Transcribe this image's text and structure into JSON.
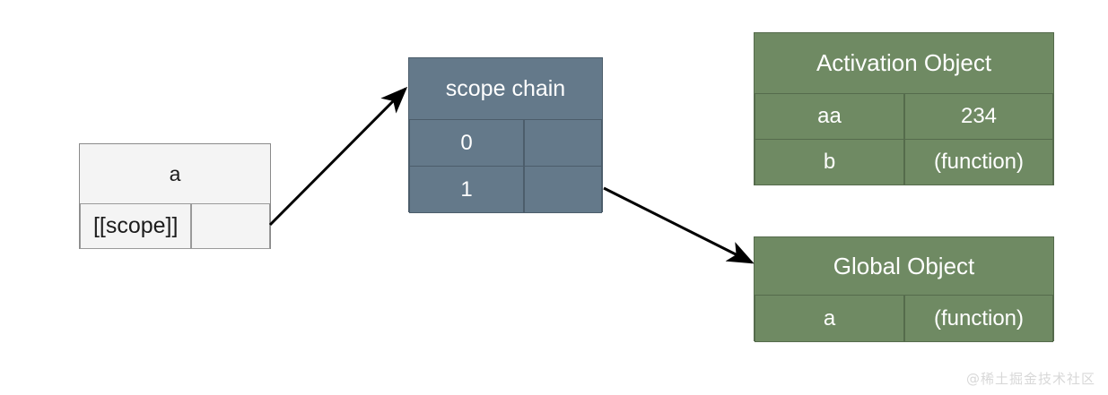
{
  "diagram": {
    "title_watermark": "@稀土掘金技术社区",
    "colors": {
      "light_fill": "#f4f4f4",
      "light_border": "#8a8a8a",
      "blue_fill": "#64798a",
      "blue_border": "#4c5d6b",
      "green_fill": "#6f8a63",
      "green_border": "#556b4c",
      "arrow": "#000000",
      "watermark": "#d8d8d8"
    }
  },
  "function_box": {
    "header": "a",
    "rows": [
      {
        "key": "[[scope]]",
        "value": ""
      }
    ]
  },
  "scope_chain_box": {
    "header": "scope chain",
    "rows": [
      {
        "index": "0",
        "value": ""
      },
      {
        "index": "1",
        "value": ""
      }
    ]
  },
  "activation_object_box": {
    "header": "Activation Object",
    "rows": [
      {
        "key": "aa",
        "value": "234"
      },
      {
        "key": "b",
        "value": "(function)"
      }
    ]
  },
  "global_object_box": {
    "header": "Global Object",
    "rows": [
      {
        "key": "a",
        "value": "(function)"
      }
    ]
  },
  "arrows": [
    {
      "name": "scope-to-scope-chain",
      "from": "function_box.[[scope]]",
      "to": "scope_chain_box"
    },
    {
      "name": "scope-chain-to-global-object",
      "from": "scope_chain_box.row1",
      "to": "global_object_box"
    }
  ]
}
